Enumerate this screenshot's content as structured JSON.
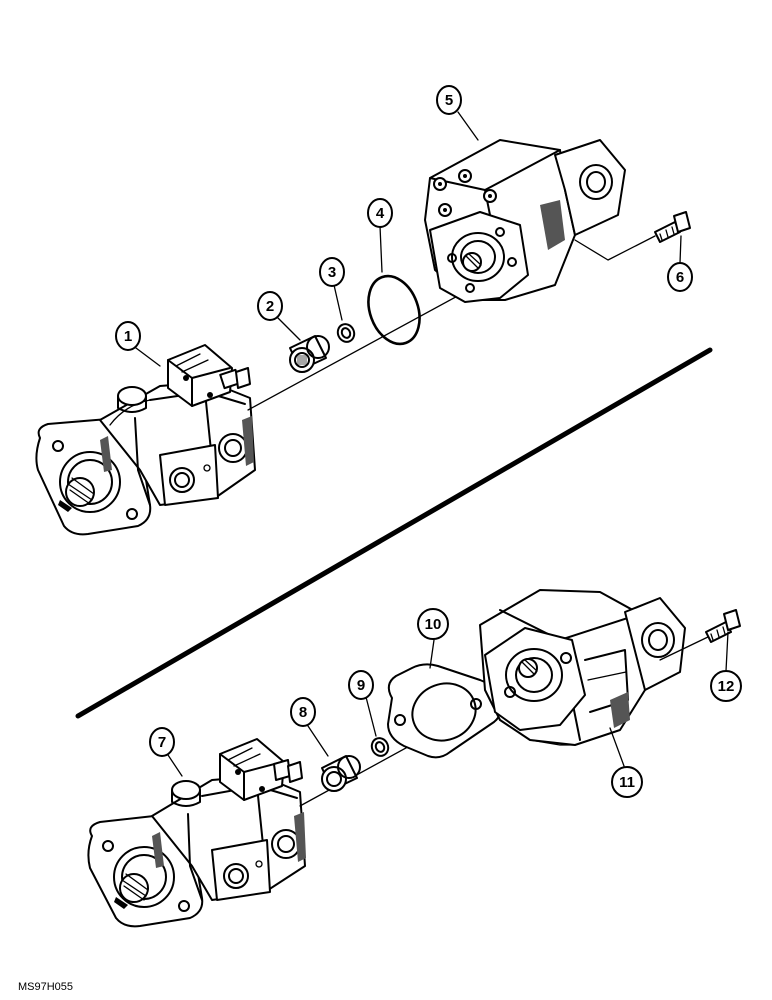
{
  "figure": {
    "code": "MS97H055"
  },
  "callouts": [
    {
      "id": "1",
      "label": "1"
    },
    {
      "id": "2",
      "label": "2"
    },
    {
      "id": "3",
      "label": "3"
    },
    {
      "id": "4",
      "label": "4"
    },
    {
      "id": "5",
      "label": "5"
    },
    {
      "id": "6",
      "label": "6"
    },
    {
      "id": "7",
      "label": "7"
    },
    {
      "id": "8",
      "label": "8"
    },
    {
      "id": "9",
      "label": "9"
    },
    {
      "id": "10",
      "label": "10"
    },
    {
      "id": "11",
      "label": "11"
    },
    {
      "id": "12",
      "label": "12"
    }
  ]
}
